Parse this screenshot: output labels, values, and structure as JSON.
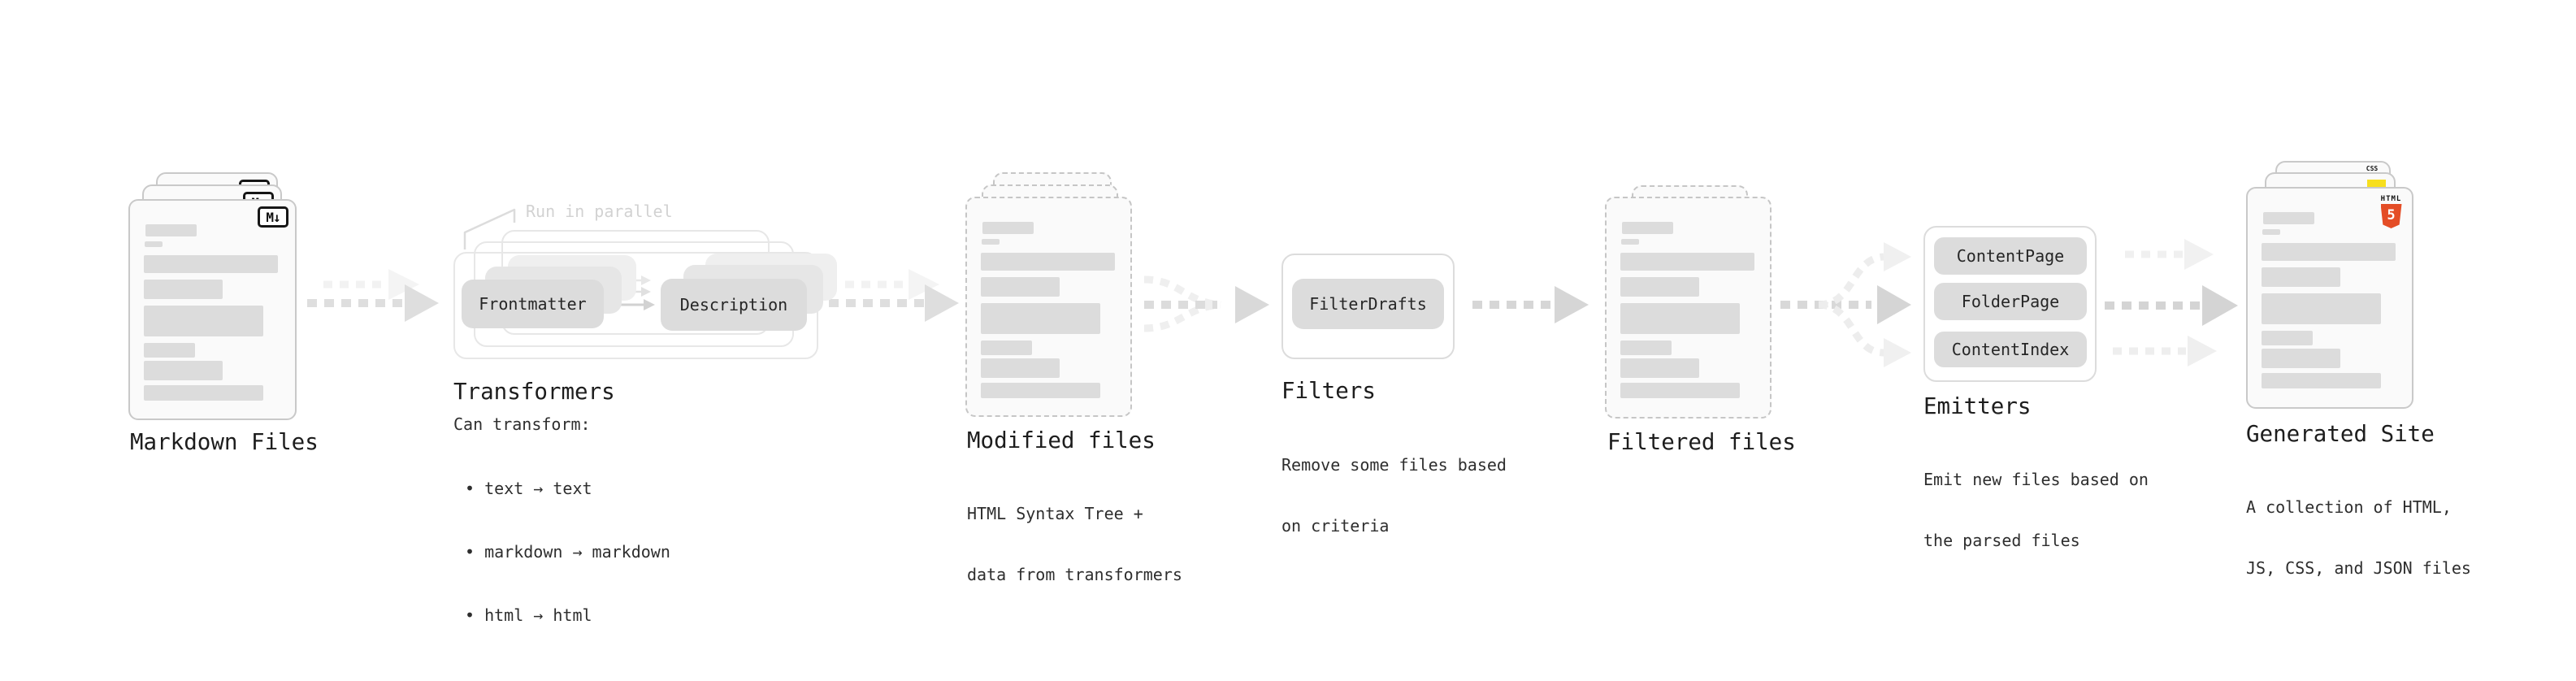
{
  "stages": {
    "markdown": {
      "label": "Markdown Files",
      "badge": "M↓"
    },
    "transformers": {
      "label": "Transformers",
      "annotation": "Run in parallel",
      "pill_left": "Frontmatter",
      "pill_right": "Description",
      "desc_intro": "Can transform:",
      "bullet1": "• text → text",
      "bullet2": "• markdown → markdown",
      "bullet3": "• html → html"
    },
    "modified": {
      "label": "Modified files",
      "desc1": "HTML Syntax Tree +",
      "desc2": "data from transformers"
    },
    "filters": {
      "label": "Filters",
      "pill": "FilterDrafts",
      "desc1": "Remove some files based",
      "desc2": "on criteria"
    },
    "filtered": {
      "label": "Filtered files"
    },
    "emitters": {
      "label": "Emitters",
      "pill1": "ContentPage",
      "pill2": "FolderPage",
      "pill3": "ContentIndex",
      "desc1": "Emit new files based on",
      "desc2": "the parsed files"
    },
    "generated": {
      "label": "Generated Site",
      "desc1": "A collection of HTML,",
      "desc2": "JS, CSS, and JSON files",
      "badge_css": "CSS",
      "badge_html": "HTML",
      "badge_html_number": "5"
    }
  },
  "colors": {
    "html5_orange": "#e44d26",
    "js_yellow": "#f7df1e",
    "css_blue": "#2f6bf2"
  }
}
